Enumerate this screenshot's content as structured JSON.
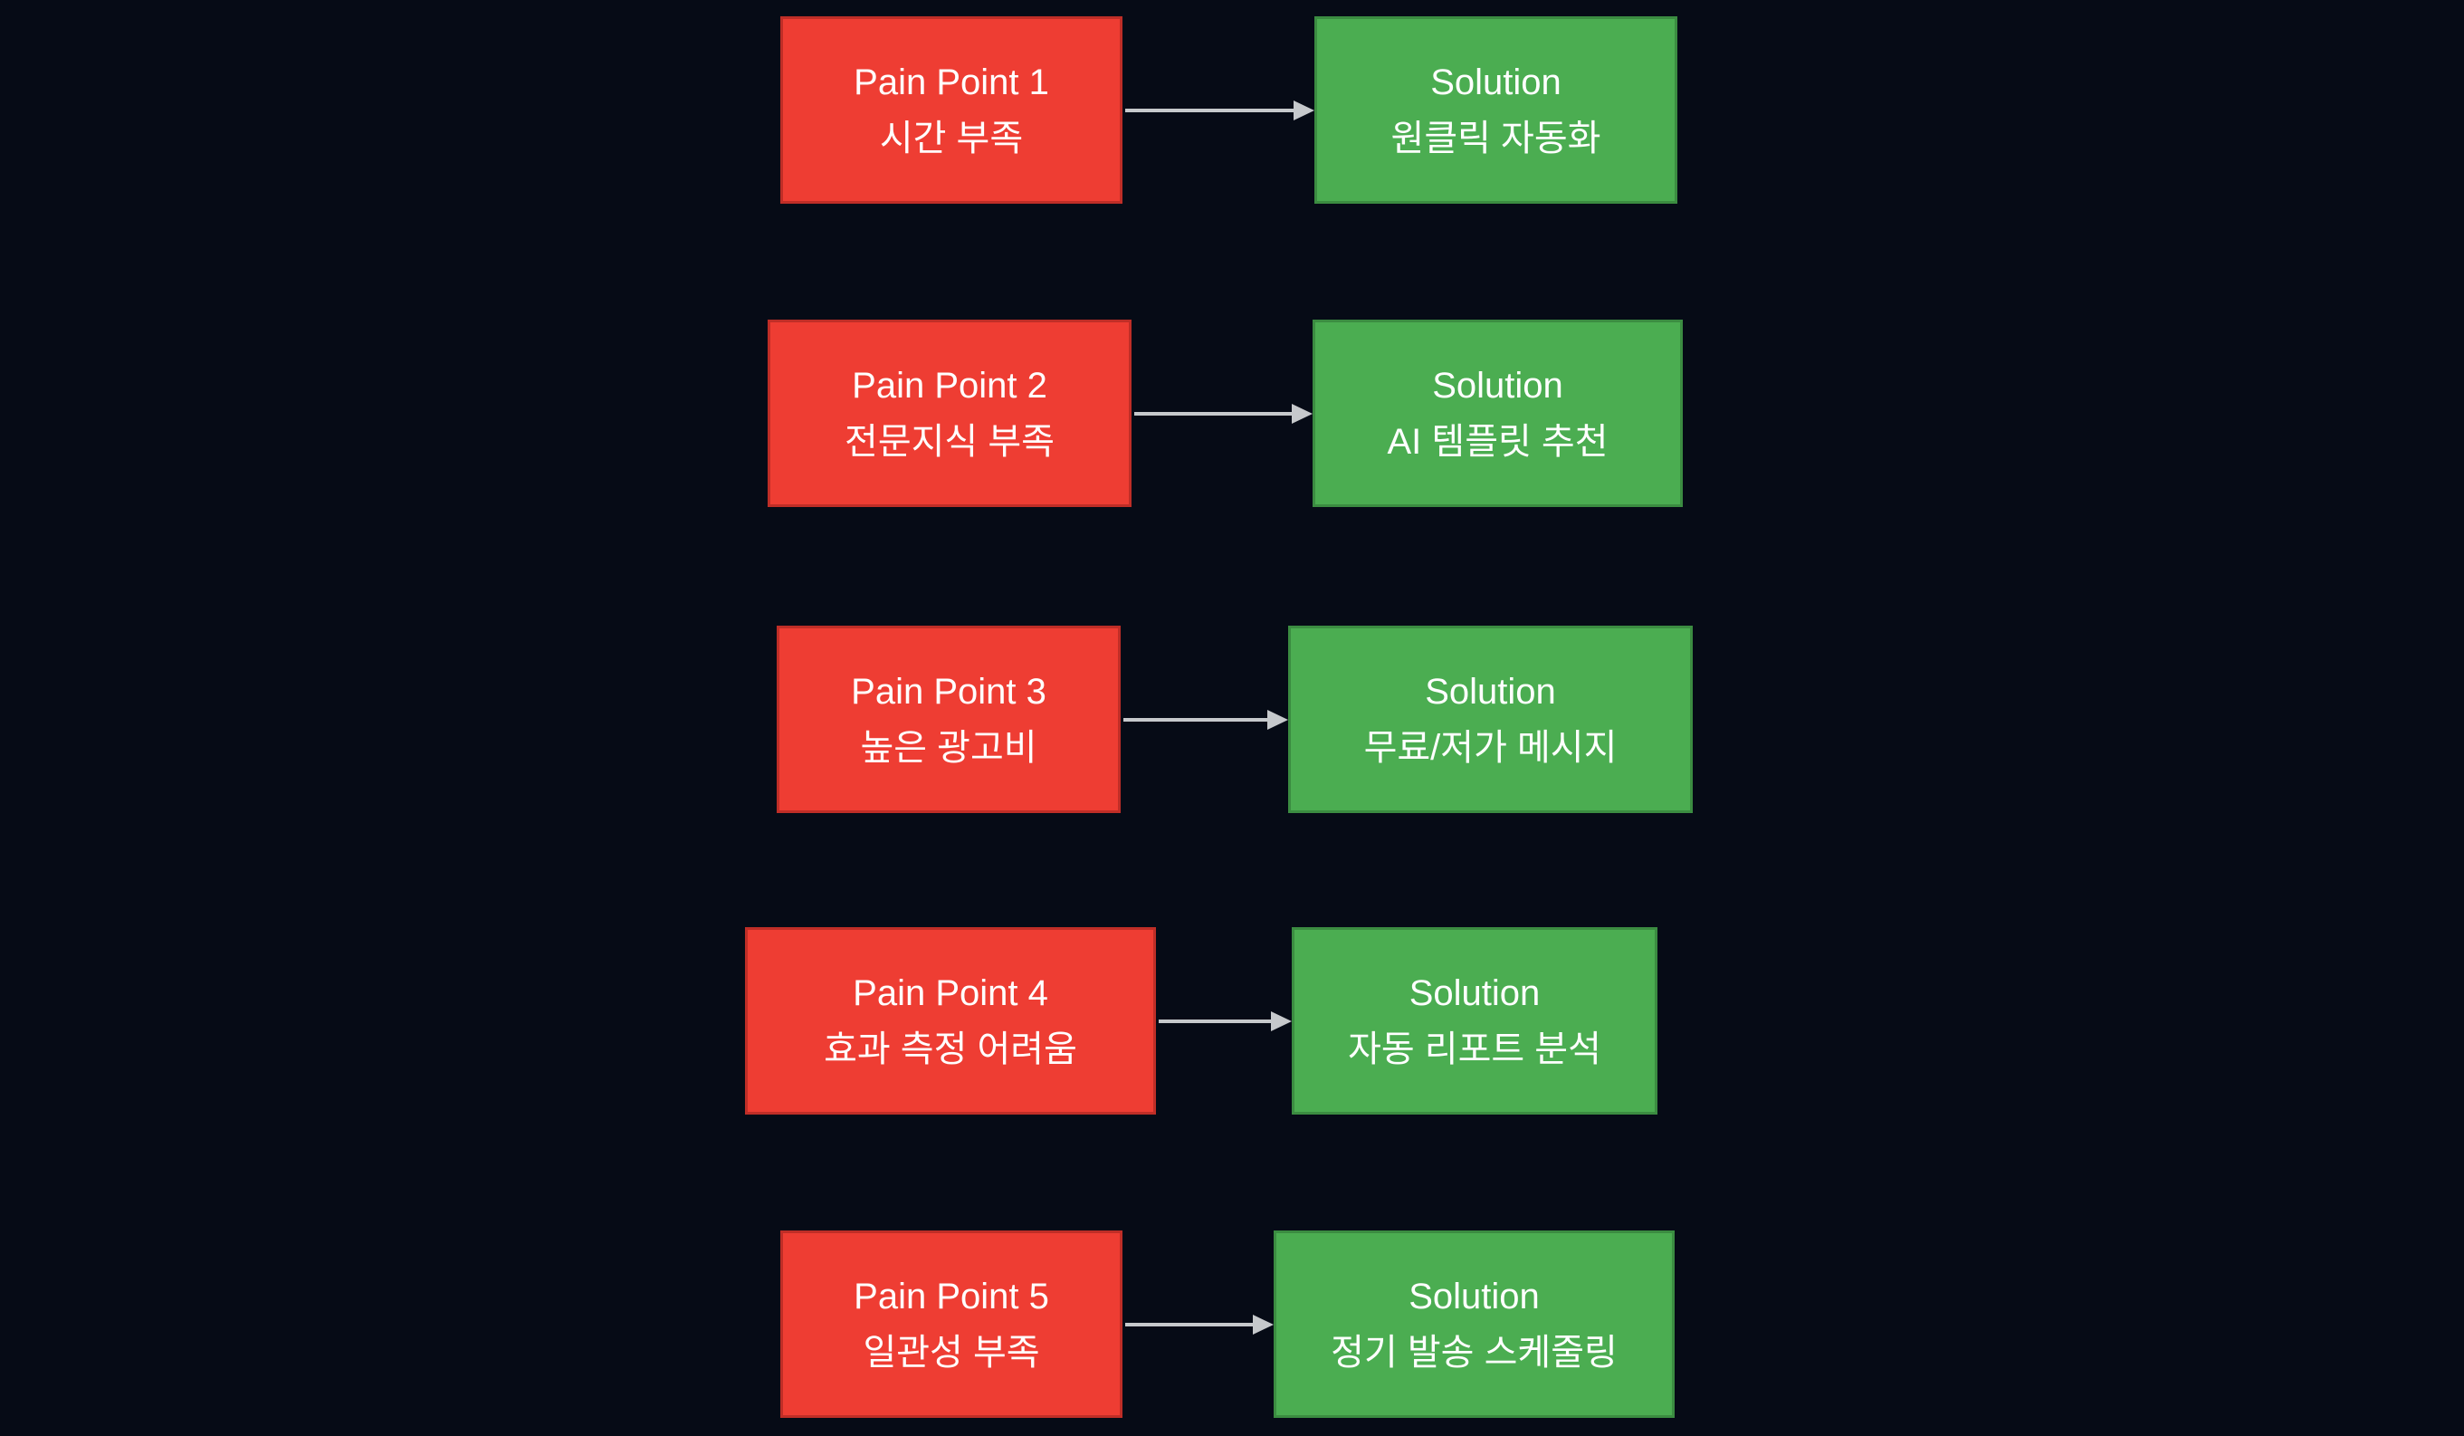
{
  "diagram": {
    "colors": {
      "background": "#060b16",
      "pain_fill": "#ee3d33",
      "pain_border": "#bf2e27",
      "solution_fill": "#4bad51",
      "solution_border": "#3b8c41",
      "arrow": "#c6c9cc",
      "text": "#ffffff"
    },
    "rows": [
      {
        "pain": {
          "title": "Pain Point 1",
          "subtitle": "시간 부족"
        },
        "solution": {
          "title": "Solution",
          "subtitle": "원클릭 자동화"
        }
      },
      {
        "pain": {
          "title": "Pain Point 2",
          "subtitle": "전문지식 부족"
        },
        "solution": {
          "title": "Solution",
          "subtitle": "AI 템플릿 추천"
        }
      },
      {
        "pain": {
          "title": "Pain Point 3",
          "subtitle": "높은 광고비"
        },
        "solution": {
          "title": "Solution",
          "subtitle": "무료/저가 메시지"
        }
      },
      {
        "pain": {
          "title": "Pain Point 4",
          "subtitle": "효과 측정 어려움"
        },
        "solution": {
          "title": "Solution",
          "subtitle": "자동 리포트 분석"
        }
      },
      {
        "pain": {
          "title": "Pain Point 5",
          "subtitle": "일관성 부족"
        },
        "solution": {
          "title": "Solution",
          "subtitle": "정기 발송 스케줄링"
        }
      }
    ]
  }
}
